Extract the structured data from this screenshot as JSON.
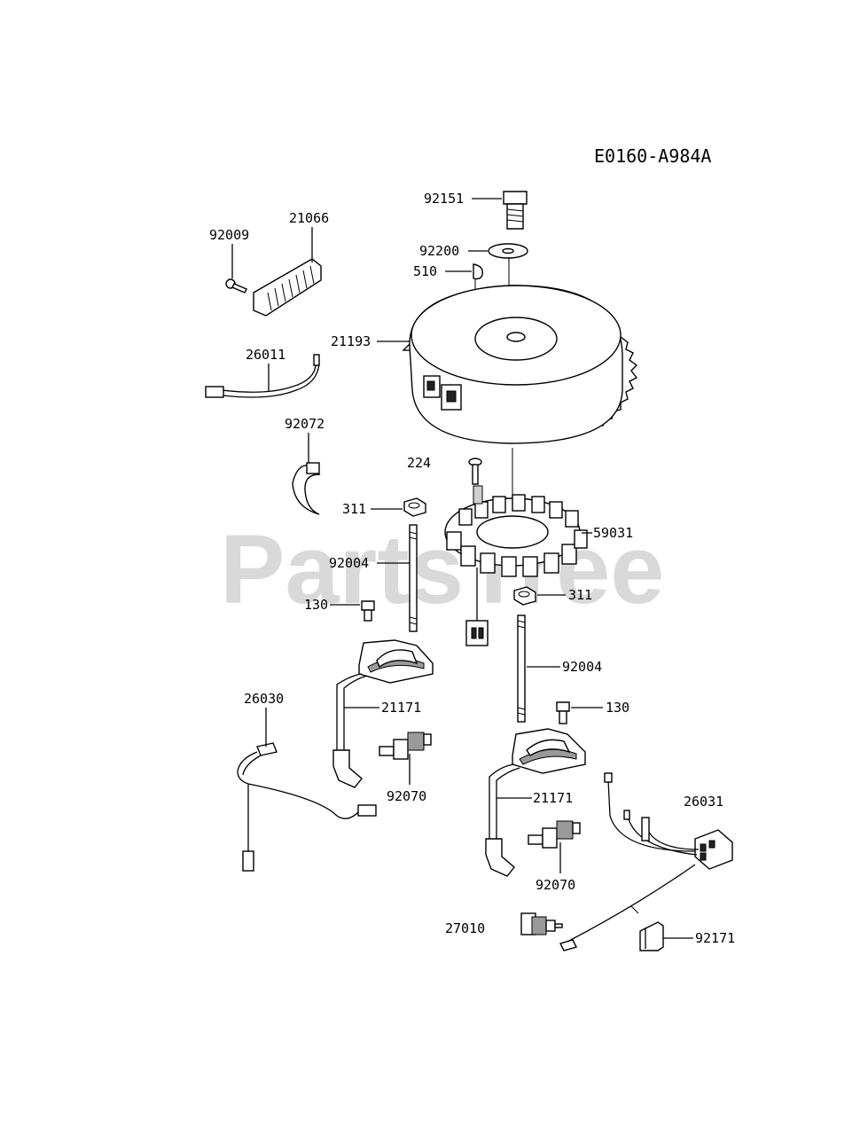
{
  "diagram_code": "E0160-A984A",
  "watermark": "PartsTree",
  "labels": {
    "p92151": "92151",
    "p92200": "92200",
    "p510": "510",
    "p21066": "21066",
    "p92009": "92009",
    "p21193": "21193",
    "p26011": "26011",
    "p92072": "92072",
    "p224": "224",
    "p311a": "311",
    "p59031": "59031",
    "p92004a": "92004",
    "p311b": "311",
    "p130a": "130",
    "p92004b": "92004",
    "p130b": "130",
    "p26030": "26030",
    "p21171a": "21171",
    "p92070a": "92070",
    "p21171b": "21171",
    "p26031": "26031",
    "p92070b": "92070",
    "p27010": "27010",
    "p92171": "92171"
  }
}
